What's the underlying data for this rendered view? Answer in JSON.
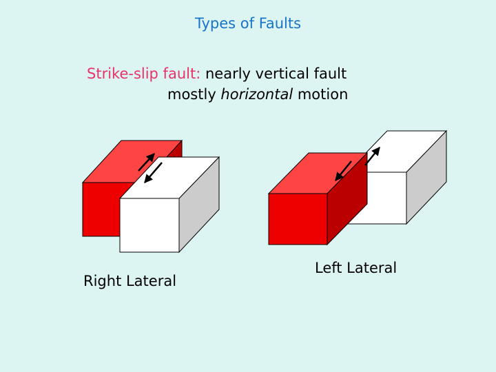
{
  "title": "Types of Faults",
  "definition": {
    "term": "Strike-slip fault:",
    "description": "nearly vertical fault",
    "line2_before": "mostly ",
    "line2_italic": "horizontal",
    "line2_after": " motion"
  },
  "diagrams": {
    "right_lateral": {
      "caption": "Right Lateral"
    },
    "left_lateral": {
      "caption": "Left Lateral"
    }
  },
  "colors": {
    "red_front": "#ee0000",
    "red_top": "#ff4444",
    "red_side": "#bb0000",
    "white_front": "#ffffff",
    "white_top": "#ffffff",
    "white_side": "#cccccc",
    "title": "#1874c8",
    "term": "#e8326a"
  }
}
